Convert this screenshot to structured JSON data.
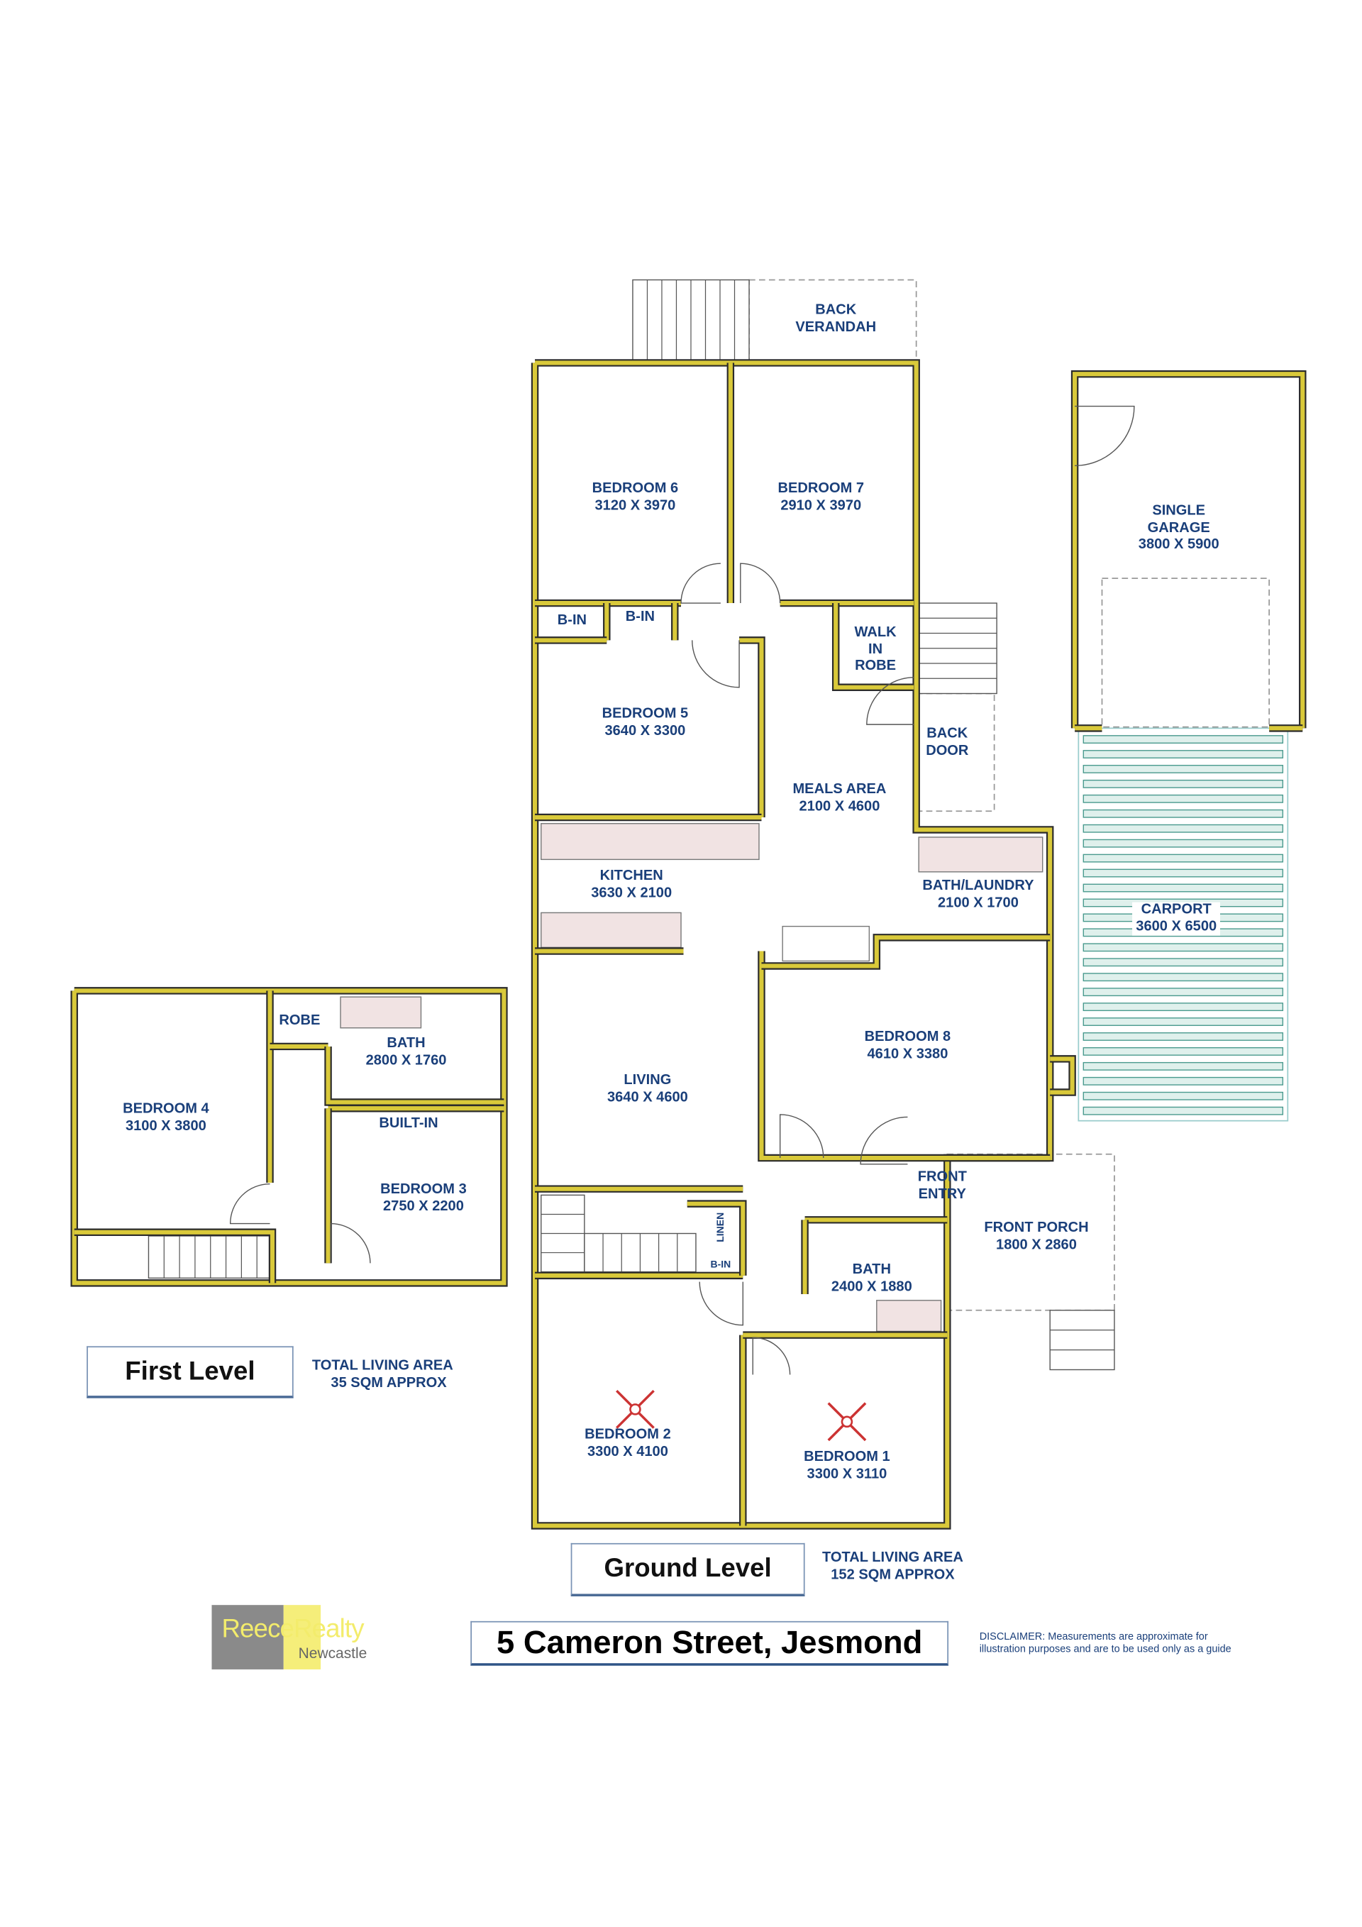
{
  "property_title": "5 Cameron Street, Jesmond",
  "disclaimer": [
    "DISCLAIMER: Measurements are approximate for",
    "illustration purposes and are to be used only as a guide"
  ],
  "logo": {
    "brand": "ReeceRealty",
    "sub": "Newcastle"
  },
  "colors": {
    "wall": "#d9c93a",
    "wall_outline": "#2b2b2b",
    "label": "#1a3f7a",
    "carport": "#4a9a8e"
  },
  "ground_level": {
    "label": "Ground Level",
    "total_area": [
      "TOTAL LIVING AREA",
      "152 SQM APPROX"
    ],
    "rooms": {
      "back_verandah": [
        "BACK",
        "VERANDAH"
      ],
      "bedroom6": [
        "BEDROOM 6",
        "3120 X 3970"
      ],
      "bedroom7": [
        "BEDROOM 7",
        "2910 X 3970"
      ],
      "bin1": "B-IN",
      "bin2": "B-IN",
      "walk_in_robe": [
        "WALK",
        "IN",
        "ROBE"
      ],
      "bedroom5": [
        "BEDROOM 5",
        "3640 X 3300"
      ],
      "back_door": [
        "BACK",
        "DOOR"
      ],
      "meals": [
        "MEALS AREA",
        "2100 X 4600"
      ],
      "kitchen": [
        "KITCHEN",
        "3630 X 2100"
      ],
      "bath_laundry": [
        "BATH/LAUNDRY",
        "2100 X 1700"
      ],
      "bedroom8": [
        "BEDROOM 8",
        "4610 X 3380"
      ],
      "living": [
        "LIVING",
        "3640 X 4600"
      ],
      "front_entry": [
        "FRONT",
        "ENTRY"
      ],
      "front_porch": [
        "FRONT PORCH",
        "1800 X 2860"
      ],
      "linen": "LINEN",
      "bin3": "B-IN",
      "bath": [
        "BATH",
        "2400 X 1880"
      ],
      "bedroom2": [
        "BEDROOM 2",
        "3300 X 4100"
      ],
      "bedroom1": [
        "BEDROOM 1",
        "3300 X 3110"
      ],
      "garage": [
        "SINGLE",
        "GARAGE",
        "3800 X 5900"
      ],
      "carport": [
        "CARPORT",
        "3600 X 6500"
      ]
    }
  },
  "first_level": {
    "label": "First Level",
    "total_area": [
      "TOTAL LIVING AREA",
      "35 SQM APPROX"
    ],
    "rooms": {
      "bedroom4": [
        "BEDROOM 4",
        "3100 X 3800"
      ],
      "robe": "ROBE",
      "bath": [
        "BATH",
        "2800 X 1760"
      ],
      "built_in": "BUILT-IN",
      "bedroom3": [
        "BEDROOM 3",
        "2750 X 2200"
      ]
    }
  }
}
